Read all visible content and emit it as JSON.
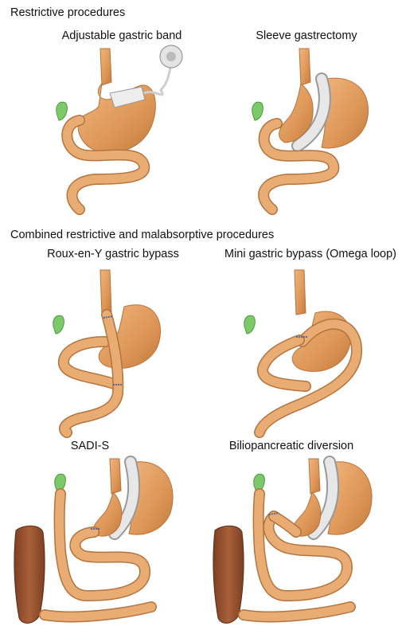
{
  "sections": {
    "restrictive": "Restrictive procedures",
    "combined": "Combined restrictive and malabsorptive procedures"
  },
  "procedures": [
    {
      "label": "Adjustable gastric band"
    },
    {
      "label": "Sleeve gastrectomy"
    },
    {
      "label": "Roux-en-Y gastric bypass"
    },
    {
      "label": "Mini gastric bypass (Omega loop)"
    },
    {
      "label": "SADI-S"
    },
    {
      "label": "Biliopancreatic diversion"
    }
  ],
  "colors": {
    "stomach": "#e5a064",
    "stomach_dark": "#b8733c",
    "intestine": "#e9ac72",
    "intestine_outline": "#b3743f",
    "gallbladder": "#7cc96a",
    "colon": "#9a5432",
    "band": "#e7e7e7",
    "staple": "#5a6a8c"
  }
}
